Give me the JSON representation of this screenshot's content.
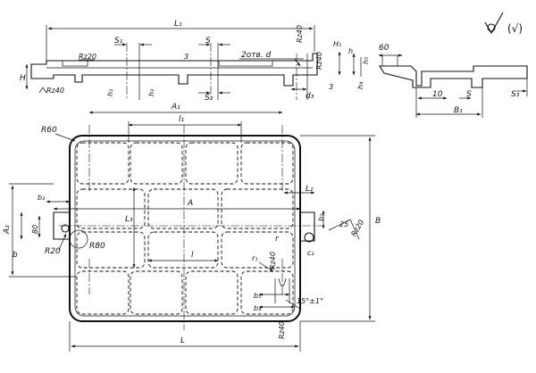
{
  "roughness": {
    "symbol_icon": "roughness-check-icon",
    "note": "(√)"
  },
  "section_view": {
    "labels": {
      "L1": "L₁",
      "S1": "S₁",
      "S": "S",
      "S2": "S₂",
      "Rz20": "Rz20",
      "H": "H",
      "Rz40_left": "Rz40",
      "h1": "h₁",
      "h2": "h₂",
      "h3": "h₃",
      "holes": "2отв. d",
      "d3": "d₃",
      "Rz40_mid": "Rz40",
      "Rz40_vert": "Rz40",
      "H1": "H₁",
      "h": "h",
      "h4": "h₄",
      "h5": "h₅",
      "s3": "3"
    }
  },
  "side_view": {
    "labels": {
      "dim_60": "60",
      "dim_10": "10",
      "S": "S",
      "S3": "S₃",
      "B1": "B₁"
    }
  },
  "plan_view": {
    "labels": {
      "A1": "A₁",
      "l1": "l₁",
      "R60": "R60",
      "b": "b",
      "A2": "A₂",
      "b3": "b₃",
      "dim_80": "80",
      "R80": "R80",
      "R20": "R20",
      "A": "A",
      "L3": "L₃",
      "l": "l",
      "L2": "L₂",
      "b2": "b₂",
      "r": "r",
      "c2": "c₂",
      "angle_25": "25",
      "Rz20": "Rz20",
      "B": "B",
      "r1": "r₁",
      "Rz40_top": "Rz40",
      "b1": "b₁",
      "b4": "b₄",
      "angle": "15°±1°",
      "Rz40_bottom": "Rz40",
      "L": "L"
    }
  }
}
